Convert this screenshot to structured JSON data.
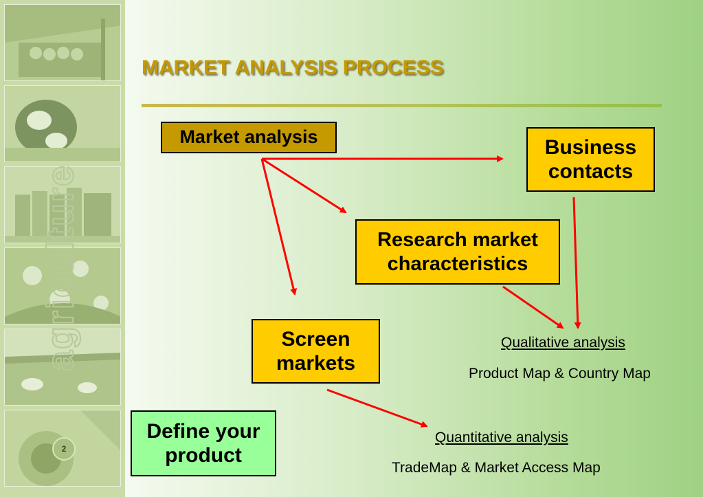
{
  "slide": {
    "title": "MARKET ANALYSIS PROCESS",
    "page_number": "2",
    "sidebar_word": "agriculture"
  },
  "boxes": {
    "market_analysis": "Market analysis",
    "business_contacts": "Business\ncontacts",
    "research_market": "Research market\ncharacteristics",
    "screen_markets": "Screen\nmarkets",
    "define_product": "Define your\nproduct"
  },
  "labels": {
    "qualitative": "Qualitative analysis",
    "product_country": "Product Map & Country Map",
    "quantitative": "Quantitative analysis",
    "trademap": "TradeMap & Market Access Map"
  },
  "colors": {
    "title": "#c49a00",
    "market_box": "#c49a00",
    "highlight_box": "#ffcc00",
    "define_box": "#99ff99",
    "arrow": "#ff0000"
  }
}
